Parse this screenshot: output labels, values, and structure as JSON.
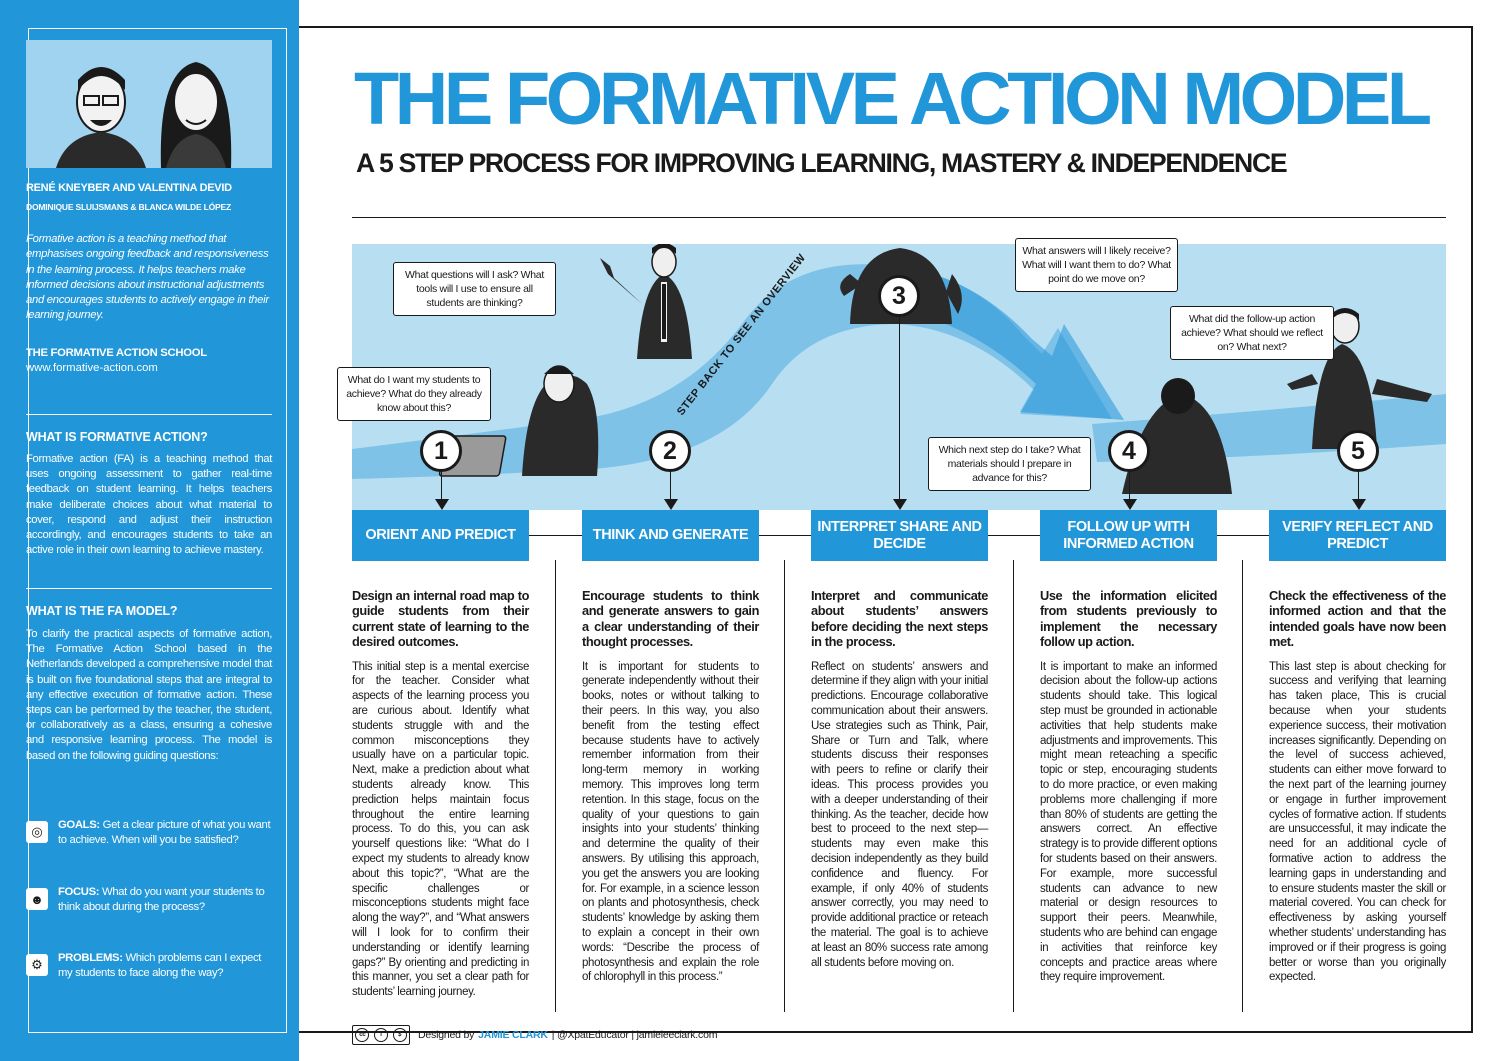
{
  "sidebar": {
    "authors_main": "RENÉ KNEYBER AND VALENTINA DEVID",
    "authors_secondary": "DOMINIQUE SLUIJSMANS & BLANCA WILDE LÓPEZ",
    "intro": "Formative action is a teaching method that emphasises ongoing feedback and responsiveness in the learning process. It helps teachers make informed decisions about instructional adjustments and encourages students to actively engage in their learning journey.",
    "school_name": "THE FORMATIVE ACTION SCHOOL",
    "school_url": "www.formative-action.com",
    "what_is_heading": "WHAT IS FORMATIVE ACTION?",
    "what_is_text": "Formative action (FA) is a teaching method that uses ongoing assessment to gather real-time feedback on student learning. It helps teachers make deliberate choices about what material to cover, respond and adjust their instruction accordingly, and encourages students to take an active role in their own learning to achieve mastery.",
    "model_heading": "WHAT IS THE FA MODEL?",
    "model_text": "To clarify the practical aspects of formative action, The Formative Action School based in the Netherlands developed a comprehensive model that is built on five foundational steps that are integral to any effective execution of formative action. These steps can be performed by the teacher, the student, or collaboratively as a class, ensuring a cohesive and responsive learning process. The model is based on the following guiding questions:",
    "questions": [
      {
        "label": "GOALS:",
        "text": "Get a clear picture of what you want to achieve. When will you be satisfied?",
        "icon": "target-icon"
      },
      {
        "label": "FOCUS:",
        "text": "What do you want your students to think about during the process?",
        "icon": "head-focus-icon"
      },
      {
        "label": "PROBLEMS:",
        "text": "Which problems can I expect my students to face along the way?",
        "icon": "gears-icon"
      }
    ]
  },
  "header": {
    "title": "THE FORMATIVE ACTION MODEL",
    "subtitle": "A 5 STEP PROCESS FOR IMPROVING LEARNING, MASTERY & INDEPENDENCE"
  },
  "illustration": {
    "path_label": "STEP BACK TO SEE AN OVERVIEW",
    "bubbles": [
      "What do I want my students to achieve? What do they already know about this?",
      "What questions will I ask? What tools will I use to ensure all students are thinking?",
      "What answers will I likely receive? What will I want them to do? What point do we move on?",
      "What did the follow-up action achieve? What should we reflect on? What next?",
      "Which next step do I take? What materials should I prepare in advance for this?"
    ]
  },
  "steps": [
    {
      "number": "1",
      "title": "ORIENT AND PREDICT",
      "heading": "Design an internal road map to guide students from their current state of learning to the desired outcomes.",
      "body": "This initial step is a mental exercise for the teacher. Consider what aspects of the learning process you are curious about. Identify what students struggle with and the common misconceptions they usually have on a particular topic. Next, make a prediction about what students already know. This prediction helps maintain focus throughout the entire learning process. To do this, you can ask yourself questions like: “What do I expect my students to already know about this topic?”, “What are the specific challenges or misconceptions students might face along the way?”, and “What answers will I look for to confirm their understanding or identify learning gaps?” By orienting and predicting in this manner, you set a clear path for students’ learning journey."
    },
    {
      "number": "2",
      "title": "THINK AND GENERATE",
      "heading": "Encourage students to think and generate answers to gain a clear understanding of their thought processes.",
      "body": "It is important for students to generate independently without their books, notes or without talking to their peers. In this way, you also benefit from the testing effect because students have to actively remember information from their long-term memory in working memory. This improves long term retention. In this stage, focus on the quality of your questions to gain insights into your students’ thinking and determine the quality of their answers. By utilising this approach, you get the answers you are looking for. For example, in a science lesson on plants and photosynthesis, check students’ knowledge by asking them to explain a concept in their own words: “Describe the process of photosynthesis and explain the role of chlorophyll in this process.”"
    },
    {
      "number": "3",
      "title": "INTERPRET SHARE AND DECIDE",
      "heading": "Interpret and communicate about students’ answers before deciding the next steps in the process.",
      "body": "Reflect on students’ answers and determine if they align with your initial predictions. Encourage collaborative communication about their answers. Use strategies such as Think, Pair, Share or Turn and Talk, where students discuss their responses with peers to refine or clarify their ideas. This process provides you with a deeper understanding of their thinking. As the teacher, decide how best to proceed to the next step—students may even make this decision independently as they build confidence and fluency. For example, if only 40% of students answer correctly, you may need to provide additional practice or reteach the material. The goal is to achieve at least an 80% success rate among all students before moving on."
    },
    {
      "number": "4",
      "title": "FOLLOW UP WITH INFORMED ACTION",
      "heading": "Use the information elicited from students previously to implement the necessary follow up action.",
      "body": "It is important to make an informed decision about the follow-up actions students should take. This logical step must be grounded in actionable activities that help students make adjustments and improvements. This might mean reteaching a specific topic or step, encouraging students to do more practice, or even making problems more challenging if more than 80% of students are getting the answers correct. An effective strategy is to provide different options for students based on their answers. For example, more successful students can advance to new material or design resources to support their peers. Meanwhile, students who are behind can engage in activities that reinforce key concepts and practice areas where they require improvement."
    },
    {
      "number": "5",
      "title": "VERIFY REFLECT AND PREDICT",
      "heading": "Check the effectiveness of the informed action and that the intended goals have now been met.",
      "body": "This last step is about checking for success and verifying that learning has taken place, This is crucial because when your students experience success, their motivation increases significantly. Depending on the level of success achieved, students can either move forward to the next part of the learning journey or engage in further improvement cycles of formative action. If students are unsuccessful, it may indicate the need for an additional cycle of formative action to address the learning gaps in understanding and to ensure students master the skill or material covered. You can check for effectiveness by asking yourself whether students’ understanding has improved or if their progress is going better or worse than you originally expected."
    }
  ],
  "footer": {
    "license": "BY NC ND",
    "designed_by": "Designed by",
    "designer": "JAMIE CLARK",
    "contact": "| @XpatEducator | jamieleeclark.com"
  },
  "colors": {
    "brand_blue": "#2196d8",
    "light_blue": "#b8def2",
    "dark": "#1a1a1a"
  }
}
